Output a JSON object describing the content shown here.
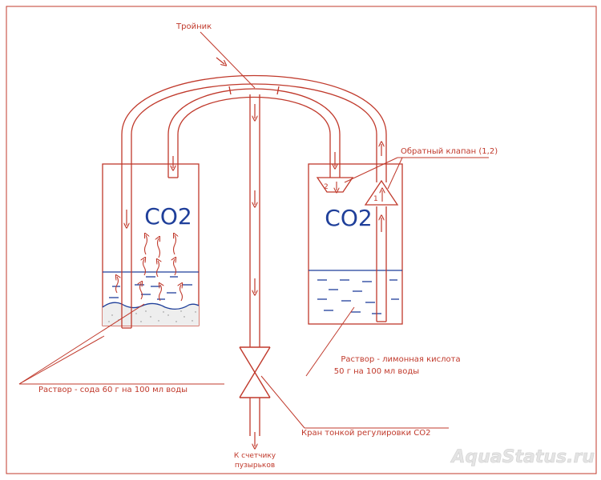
{
  "labels": {
    "tee": "Тройник",
    "check_valve": "Обратный клапан (1,2)",
    "valve_1": "1",
    "valve_2": "2",
    "left_gas": "CO2",
    "right_gas": "CO2",
    "soda_solution": "Раствор - сода 60 г на 100 мл воды",
    "citric_line1": "Раствор - лимонная кислота",
    "citric_line2": "50 г на 100 мл воды",
    "regulator": "Кран тонкой регулировки CO2",
    "counter_line1": "К счетчику",
    "counter_line2": "пузырьков",
    "watermark": "AquaStatus.ru"
  },
  "colors": {
    "line": "#c0392b",
    "liquid": "#1f3f9a",
    "gas_text": "#1f3f9a",
    "watermark": "#d9d9d9",
    "background": "#ffffff"
  }
}
